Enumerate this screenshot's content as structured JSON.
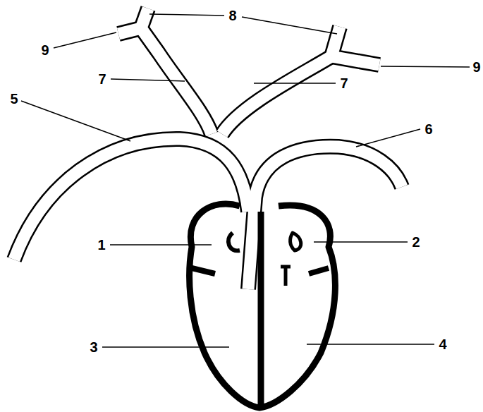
{
  "diagram": {
    "labels": [
      "8",
      "9",
      "9",
      "7",
      "7",
      "5",
      "6",
      "1",
      "2",
      "3",
      "4"
    ]
  }
}
